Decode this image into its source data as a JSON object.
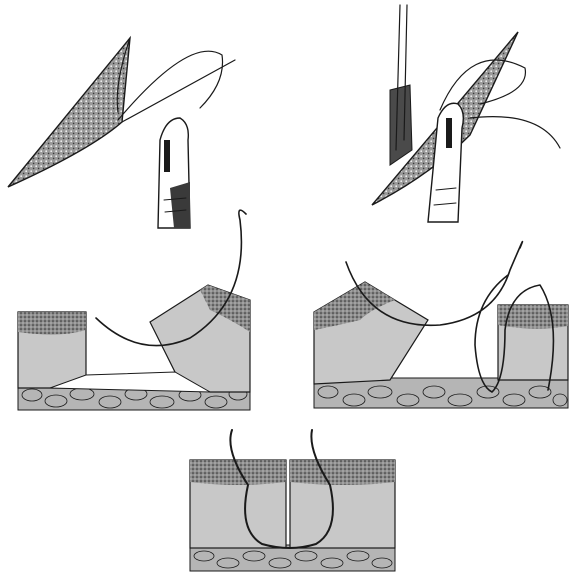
{
  "figure": {
    "panels": [
      {
        "id": "incision-needle-entry"
      },
      {
        "id": "incision-needle-exit"
      },
      {
        "id": "skin-needle-pass-left"
      },
      {
        "id": "skin-needle-pass-right"
      },
      {
        "id": "skin-suture-final"
      }
    ],
    "colors": {
      "ink": "#1a1a1a",
      "skin_fill": "#c8c8c8",
      "epidermis_fill": "#8c8c8c",
      "fat_fill": "#b0b0b0",
      "background": "#ffffff"
    }
  }
}
